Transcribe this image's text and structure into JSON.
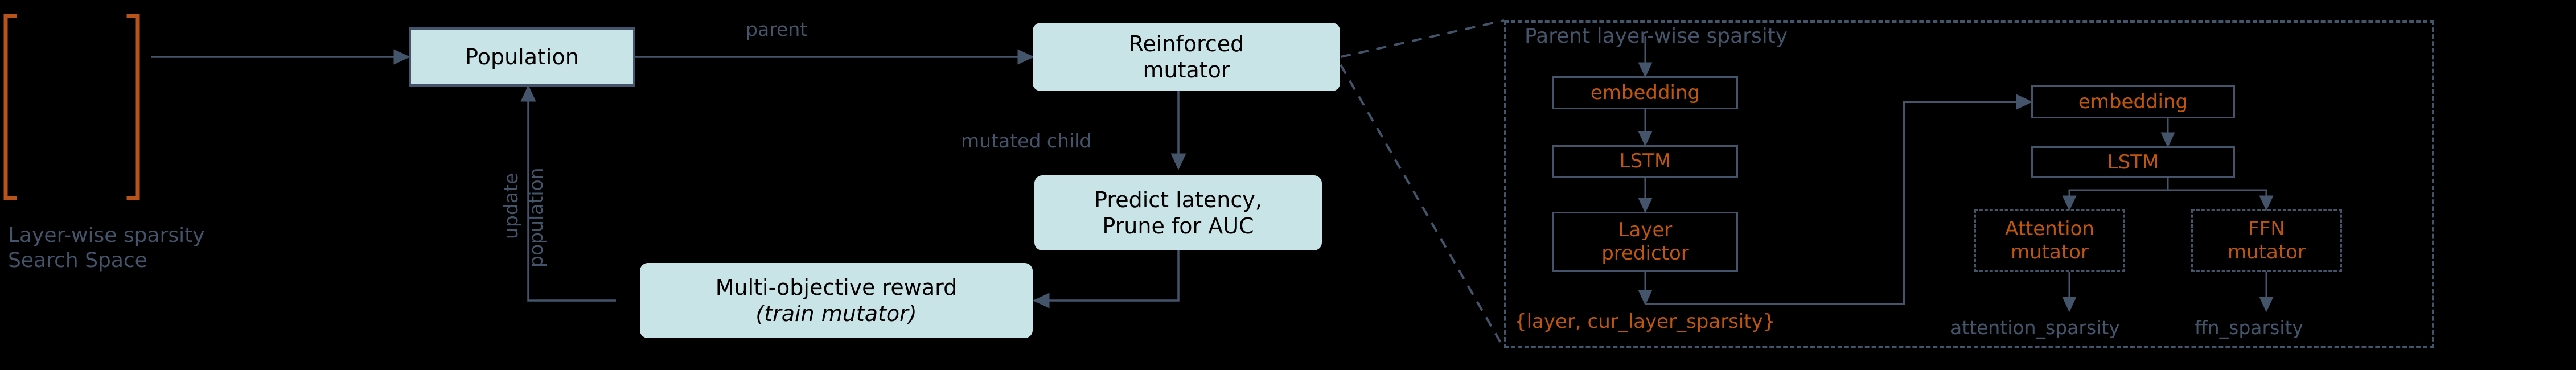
{
  "search_space": {
    "label_line1": "Layer-wise sparsity",
    "label_line2": "Search Space",
    "bracket_color": "#b8531a"
  },
  "flow": {
    "population": "Population",
    "reinforced_mutator_line1": "Reinforced",
    "reinforced_mutator_line2": "mutator",
    "predict_line1": "Predict latency,",
    "predict_line2": "Prune for AUC",
    "reward_line1": "Multi-objective reward",
    "reward_line2": "(train mutator)",
    "edge_parent": "parent",
    "edge_mutated_child": "mutated child",
    "edge_update": "update",
    "edge_population": "population"
  },
  "detail_panel": {
    "title": "Parent layer-wise sparsity",
    "left_stack": {
      "embedding": "embedding",
      "lstm": "LSTM",
      "predictor_line1": "Layer",
      "predictor_line2": "predictor",
      "output": "{layer, cur_layer_sparsity}"
    },
    "right_stack": {
      "embedding": "embedding",
      "lstm": "LSTM",
      "attention_mutator_line1": "Attention",
      "attention_mutator_line2": "mutator",
      "ffn_mutator_line1": "FFN",
      "ffn_mutator_line2": "mutator",
      "attention_output": "attention_sparsity",
      "ffn_output": "ffn_sparsity"
    }
  },
  "colors": {
    "background": "#000000",
    "box_fill": "#c9e4e7",
    "slate": "#44546a",
    "orange": "#c0560e",
    "edge": "#5a6b84"
  }
}
